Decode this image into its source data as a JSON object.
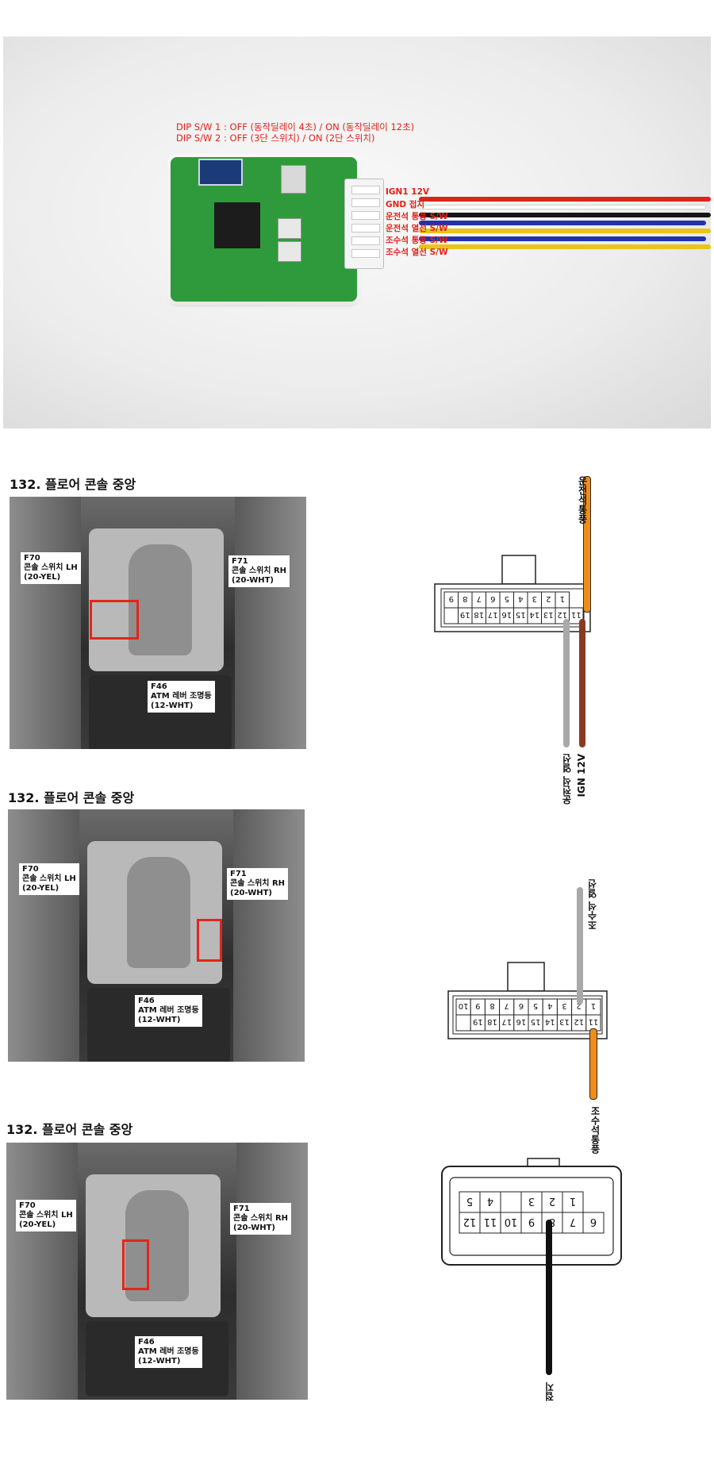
{
  "module": {
    "dip_notes": [
      "DIP S/W 1 :   OFF (동작딜레이 4초) / ON (동작딜레이 12초)",
      "DIP S/W 2 :   OFF (3단 스위치) / ON (2단 스위치)"
    ],
    "wire_labels": [
      "IGN1 12V",
      "GND 접지",
      "운전석 통풍 S/W",
      "운전석 열선 S/W",
      "조수석 통풍 S/W",
      "조수석 열선 S/W"
    ],
    "wire_colors": [
      "#d8261f",
      "#ffffff",
      "#151515",
      "#2232a8",
      "#e8c51a",
      "#2232a8",
      "#e8c51a"
    ]
  },
  "sections": [
    {
      "title": "132. 플로어 콘솔 중앙",
      "labels": {
        "f70": "F70\n콘솔 스위치 LH\n(20-YEL)",
        "f71": "F71\n콘솔 스위치 RH\n(20-WHT)",
        "f46": "F46\nATM 레버 조명등\n(12-WHT)"
      }
    },
    {
      "title": "132. 플로어 콘솔 중앙",
      "labels": {
        "f70": "F70\n콘솔 스위치 LH\n(20-YEL)",
        "f71": "F71\n콘솔 스위치 RH\n(20-WHT)",
        "f46": "F46\nATM 레버 조명등\n(12-WHT)"
      }
    },
    {
      "title": "132. 플로어 콘솔 중앙",
      "labels": {
        "f70": "F70\n콘솔 스위치 LH\n(20-YEL)",
        "f71": "F71\n콘솔 스위치 RH\n(20-WHT)",
        "f46": "F46\nATM 레버 조명등\n(12-WHT)"
      }
    }
  ],
  "connectors": {
    "c1": {
      "top_pins": [
        "9",
        "8",
        "7",
        "6",
        "5",
        "4",
        "3",
        "2",
        "1"
      ],
      "bottom_pins": [
        "",
        "19",
        "18",
        "17",
        "16",
        "15",
        "14",
        "13",
        "12",
        "11"
      ],
      "top_label": "운전석통풍",
      "bottom_labels": [
        "운전석 열선",
        "IGN 12V"
      ],
      "colors": {
        "orange": "#f08c1a",
        "gray": "#a9a9a9",
        "brown": "#8a3a22"
      }
    },
    "c2": {
      "top_pins": [
        "10",
        "9",
        "8",
        "7",
        "6",
        "5",
        "4",
        "3",
        "2",
        "1"
      ],
      "bottom_pins": [
        "",
        "19",
        "18",
        "17",
        "16",
        "15",
        "14",
        "13",
        "12",
        "11"
      ],
      "top_label": "조수석 열선",
      "bottom_label": "조수석통풍"
    },
    "c3": {
      "row1": [
        "5",
        "4",
        "",
        "3",
        "2",
        "1"
      ],
      "row2": [
        "12",
        "11",
        "10",
        "9",
        "8",
        "7",
        "6"
      ],
      "bottom_label": "접지"
    }
  }
}
